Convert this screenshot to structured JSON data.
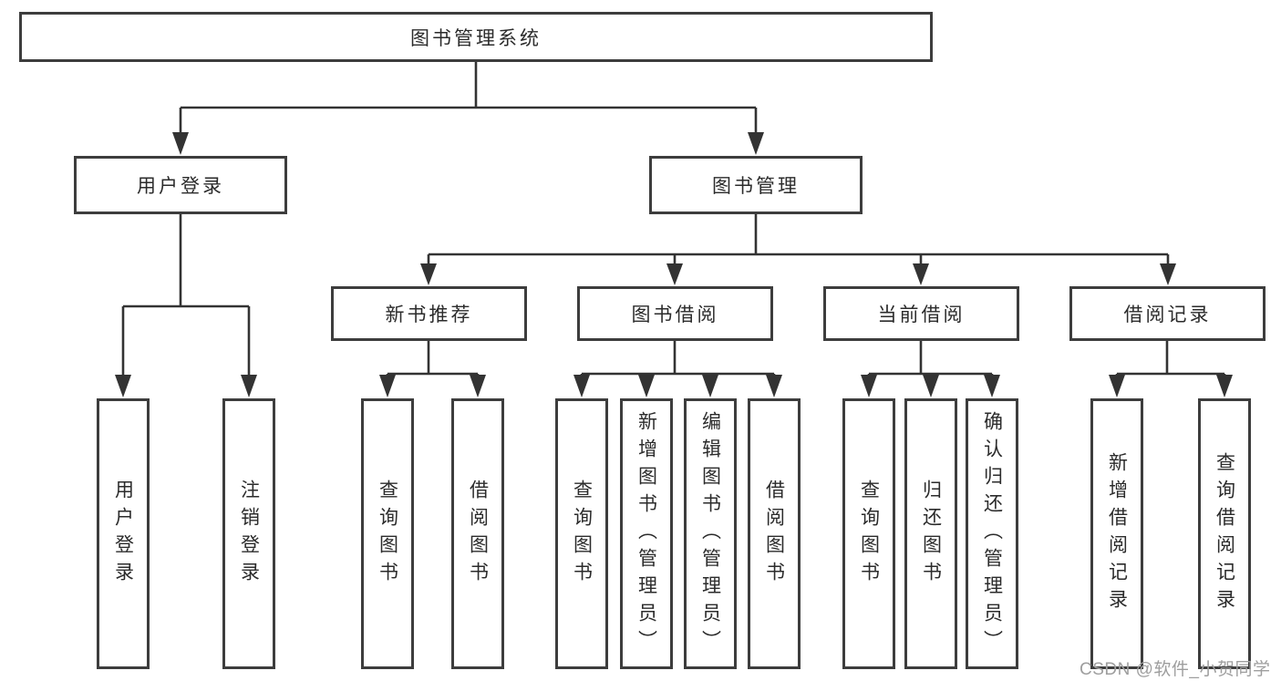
{
  "colors": {
    "background": "#ffffff",
    "border": "#3d3d3d",
    "line": "#333333",
    "text": "#2b2b2b",
    "watermark": "#9e9e9e"
  },
  "watermark": {
    "text": "CSDN @软件_小贺同学"
  },
  "tree": {
    "label": "图书管理系统",
    "children": [
      {
        "label": "用户登录",
        "children": [
          {
            "label": "用户登录"
          },
          {
            "label": "注销登录"
          }
        ]
      },
      {
        "label": "图书管理",
        "children": [
          {
            "label": "新书推荐",
            "children": [
              {
                "label": "查询图书"
              },
              {
                "label": "借阅图书"
              }
            ]
          },
          {
            "label": "图书借阅",
            "children": [
              {
                "label": "查询图书"
              },
              {
                "label": "新增图书（管理员）"
              },
              {
                "label": "编辑图书（管理员）"
              },
              {
                "label": "借阅图书"
              }
            ]
          },
          {
            "label": "当前借阅",
            "children": [
              {
                "label": "查询图书"
              },
              {
                "label": "归还图书"
              },
              {
                "label": "确认归还（管理员）"
              }
            ]
          },
          {
            "label": "借阅记录",
            "children": [
              {
                "label": "新增借阅记录"
              },
              {
                "label": "查询借阅记录"
              }
            ]
          }
        ]
      }
    ]
  }
}
